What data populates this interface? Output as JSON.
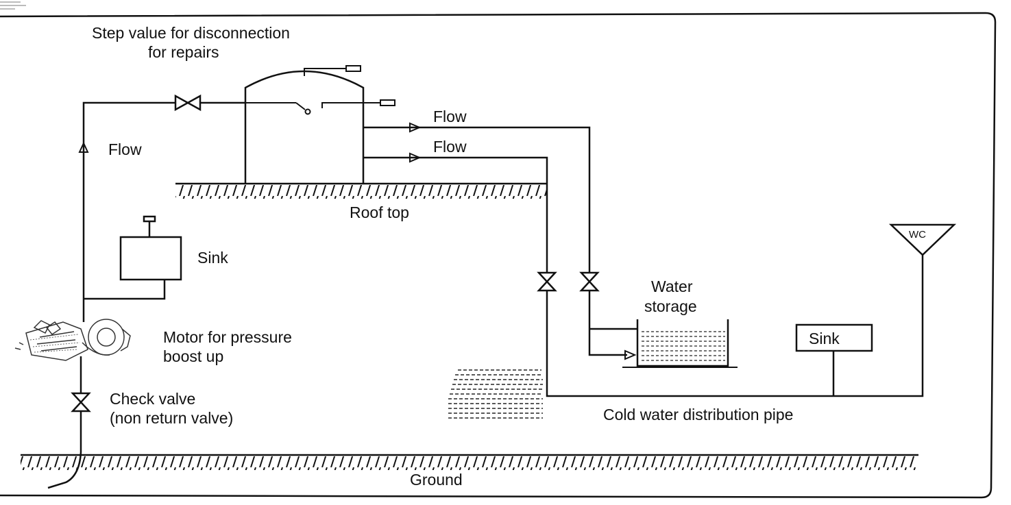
{
  "labels": {
    "step_valve_line1": "Step value for disconnection",
    "step_valve_line2": "for repairs",
    "flow_left": "Flow",
    "flow_top_1": "Flow",
    "flow_top_2": "Flow",
    "rooftop": "Roof top",
    "sink_left": "Sink",
    "motor_line1": "Motor for pressure",
    "motor_line2": "boost up",
    "check_valve_line1": "Check valve",
    "check_valve_line2": "(non return valve)",
    "water_storage_line1": "Water",
    "water_storage_line2": "storage",
    "sink_right": "Sink",
    "wc": "WC",
    "cold_water_pipe": "Cold water distribution pipe",
    "ground": "Ground"
  }
}
